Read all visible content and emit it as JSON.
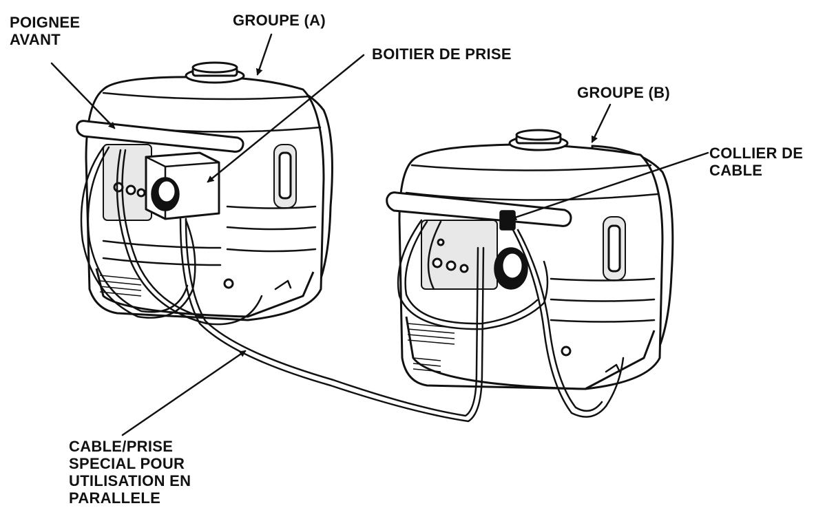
{
  "labels": {
    "poignee": "POIGNEE\nAVANT",
    "groupe_a": "GROUPE (A)",
    "boitier": "BOITIER DE PRISE",
    "groupe_b": "GROUPE (B)",
    "collier": "COLLIER DE\nCABLE",
    "cable": "CABLE/PRISE\nSPECIAL POUR\nUTILISATION EN\nPARALLELE"
  }
}
